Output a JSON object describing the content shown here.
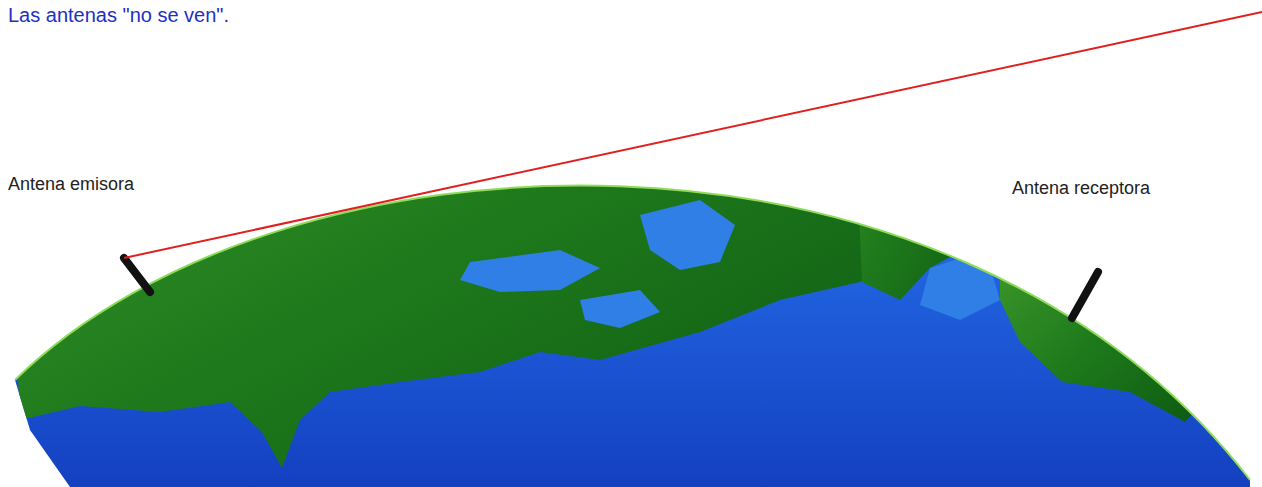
{
  "diagram": {
    "title": "Las antenas \"no se ven\".",
    "labels": [
      "Antena emisora",
      "Antena receptora"
    ]
  }
}
